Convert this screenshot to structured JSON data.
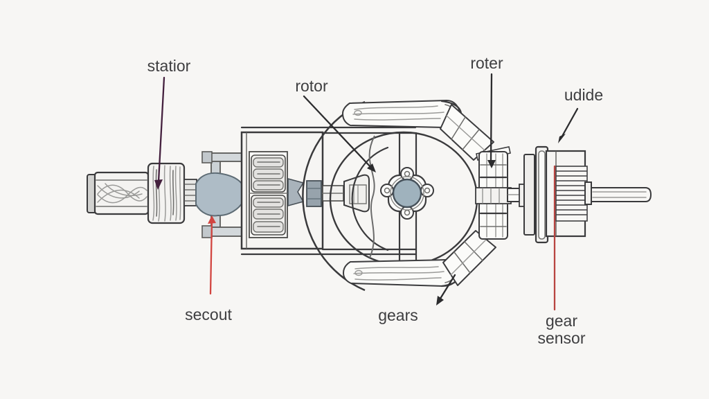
{
  "title": "motor assembly diagram",
  "background": "#f7f6f4",
  "colors": {
    "line": "#3a3a3c",
    "light_line": "#9a9a98",
    "purple": "#44203e",
    "dark": "#2c2c2e",
    "red": "#b84440",
    "red_bright": "#d24540",
    "label_text": "#3e3e40",
    "metal_fill": "#aebcc6",
    "metal_stroke": "#5d6b74",
    "hub_fill": "#9fb2bd",
    "hub_stroke": "#47525b"
  },
  "labels": {
    "stator": "statior",
    "rotor": "rotor",
    "roter": "roter",
    "udide": "udide",
    "secout": "secout",
    "gears": "gears",
    "gear_sensor_line1": "gear",
    "gear_sensor_line2": "sensor"
  }
}
